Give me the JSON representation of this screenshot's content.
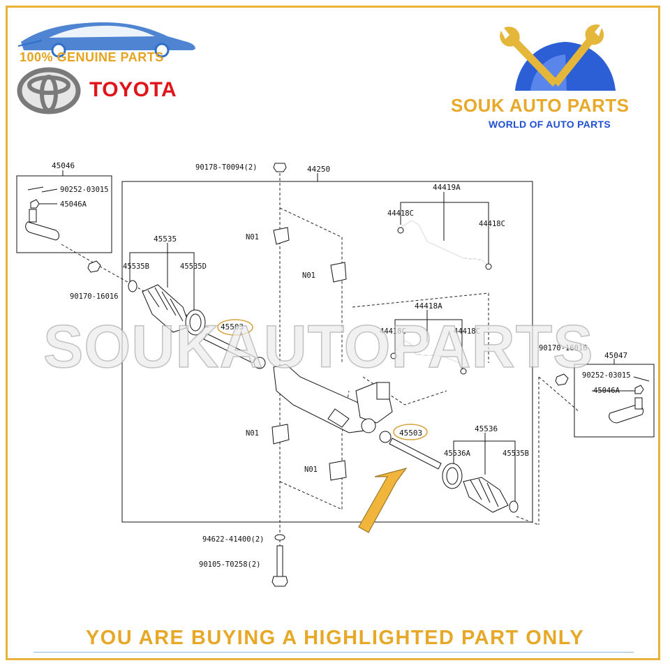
{
  "header": {
    "brand_tagline": "100% GENUINE PARTS",
    "brand_name": "TOYOTA",
    "shop_name": "SOUK AUTO PARTS",
    "shop_tagline": "WORLD OF AUTO PARTS"
  },
  "watermark": "SOUKAUTOPARTS",
  "footer": {
    "notice": "YOU ARE BUYING A HIGHLIGHTED PART ONLY"
  },
  "colors": {
    "gold": "#e7a828",
    "red": "#e0151b",
    "blue": "#1f4fd0",
    "highlight_arrow": "#f2b53c"
  },
  "diagram": {
    "assembly": "44250",
    "bolt_top": "90178-T0094(2)",
    "washer_bottom": "94622-41400(2)",
    "bolt_bottom": "90105-T0258(2)",
    "tie_rod_end_left": "45046",
    "cotter_pin": "90252-03015",
    "nut_left": "45046A",
    "nut_lower_left": "90170-16016",
    "tie_rod_end_right": "45047",
    "nut_right": "45046A",
    "nut_upper_right": "90170-16016",
    "boot_kit_left": "45535",
    "clamp_left": "45535B",
    "clamp_left_large": "45535D",
    "rack_end": "45503",
    "boot_kit_right": "45536",
    "clamp_right_large": "45536A",
    "clamp_right": "45535B",
    "mount": "N01",
    "tube_set_a": "44419A",
    "tube_set_b": "44418A",
    "union_c": "44418C"
  }
}
